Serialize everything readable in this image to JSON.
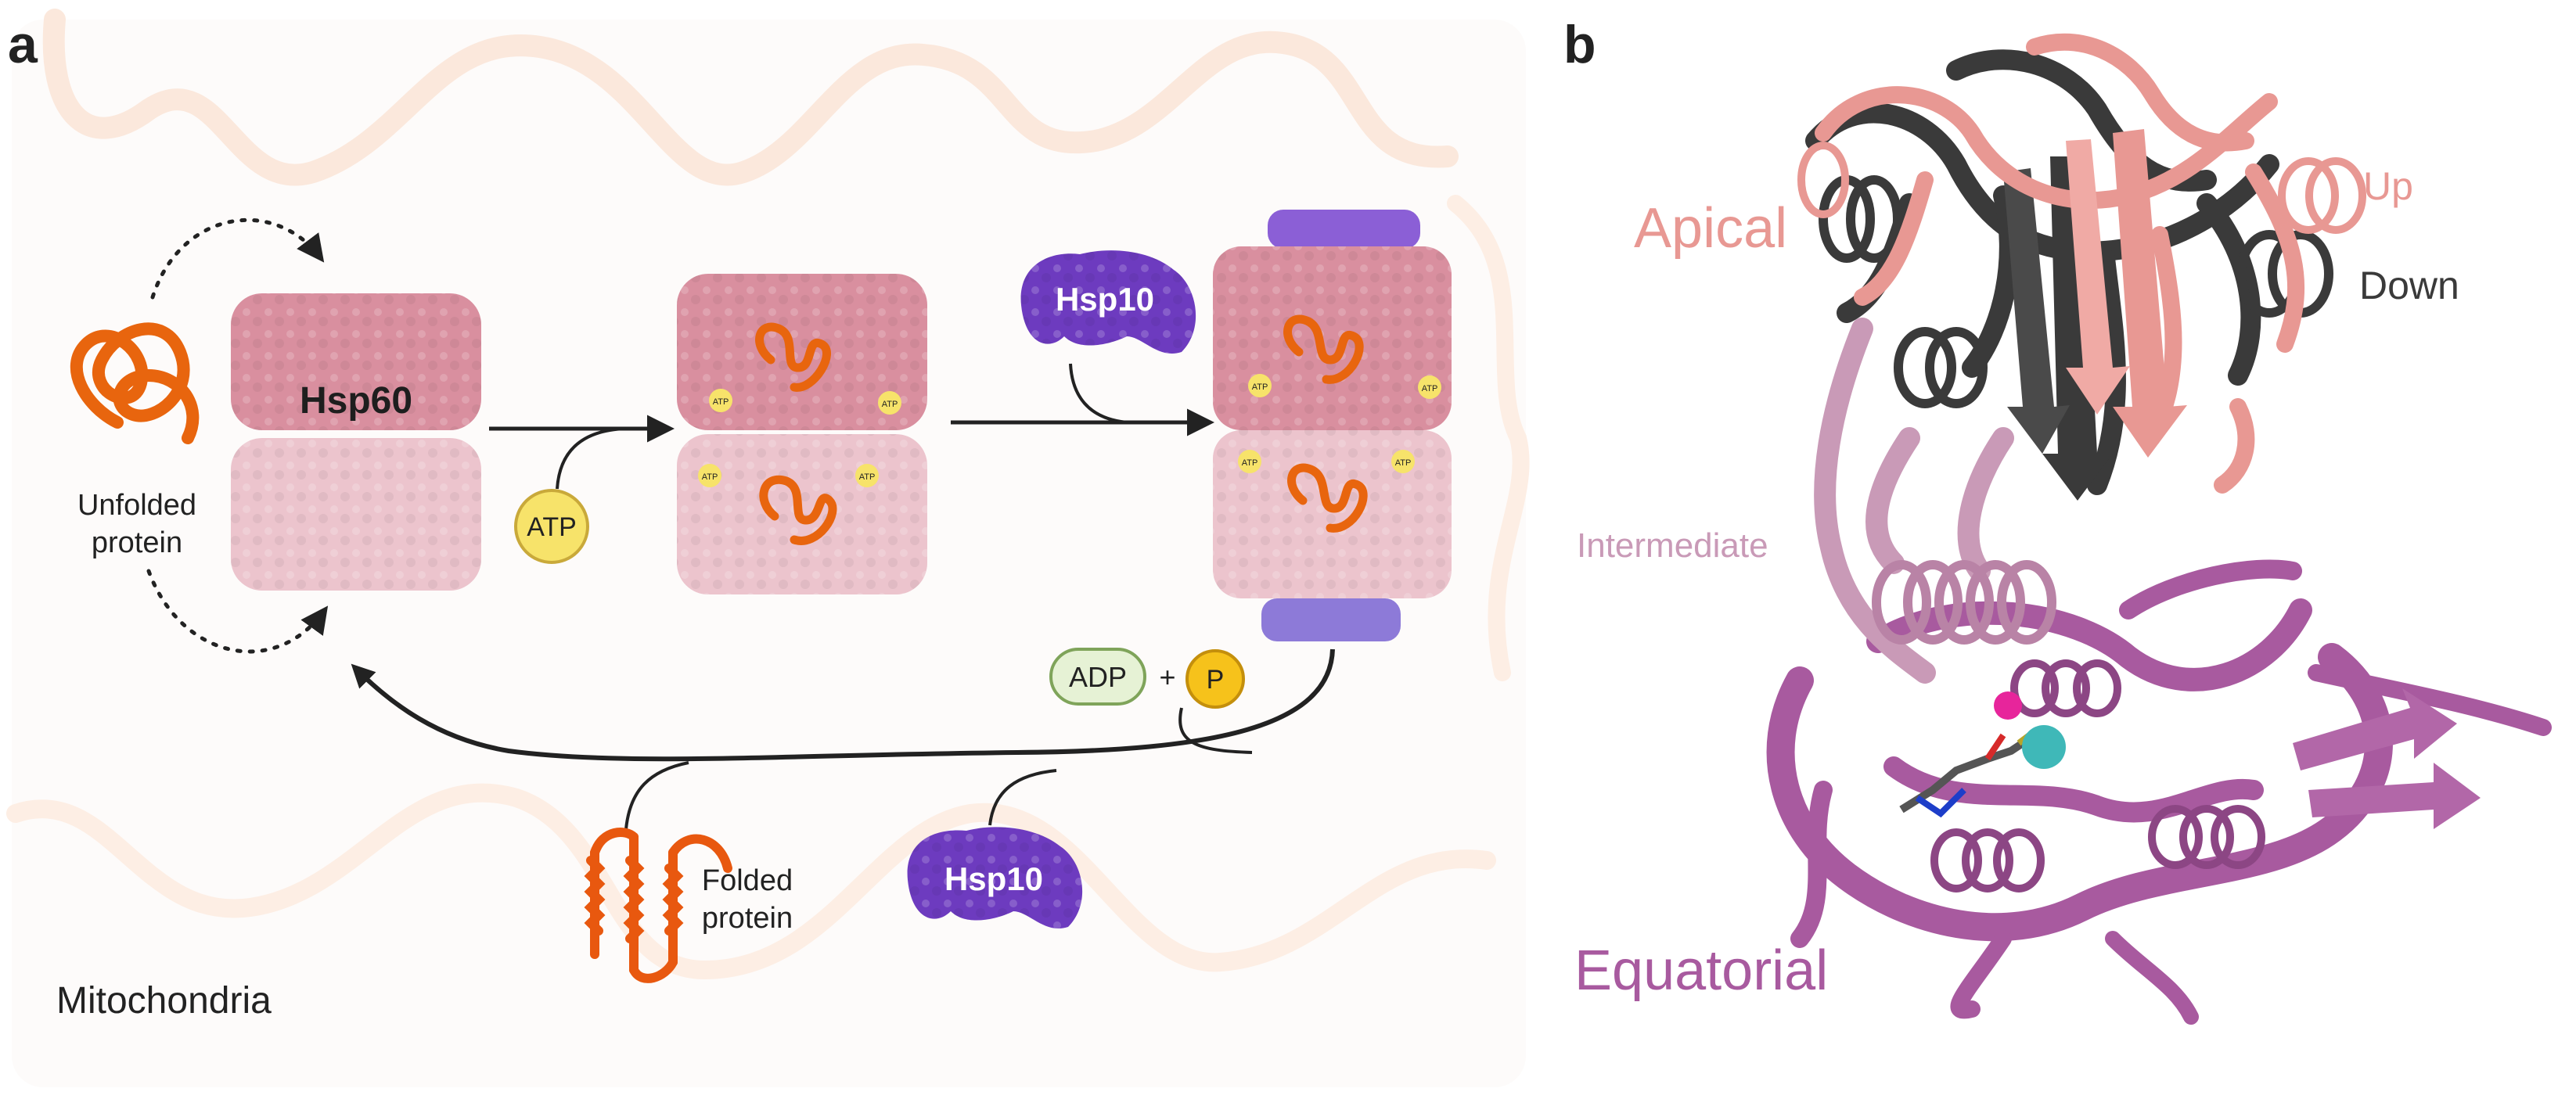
{
  "panel_a": {
    "letter": "a",
    "hsp60_label": "Hsp60",
    "unfolded_label_line1": "Unfolded",
    "unfolded_label_line2": "protein",
    "atp_label": "ATP",
    "atp_small_label": "ATP",
    "hsp10_label_top": "Hsp10",
    "hsp10_label_bottom": "Hsp10",
    "adp_label": "ADP",
    "plus_label": "+",
    "p_label": "P",
    "folded_label_line1": "Folded",
    "folded_label_line2": "protein",
    "mitochondria_label": "Mitochondria"
  },
  "panel_b": {
    "letter": "b",
    "apical_label": "Apical",
    "up_label": "Up",
    "down_label": "Down",
    "intermediate_label": "Intermediate",
    "equatorial_label": "Equatorial"
  },
  "colors": {
    "hsp60_top": "#d98f9f",
    "hsp60_bottom": "#ecc4cd",
    "hsp10": "#6d3bbf",
    "unfolded": "#e8650e",
    "atp": "#f7e36a",
    "phosphate": "#f6c21b",
    "adp": "#e6f2d5",
    "apical_up": "#e89893",
    "apical_down": "#3a3a3a",
    "intermediate": "#c99ab7",
    "equatorial": "#a85a9f"
  }
}
